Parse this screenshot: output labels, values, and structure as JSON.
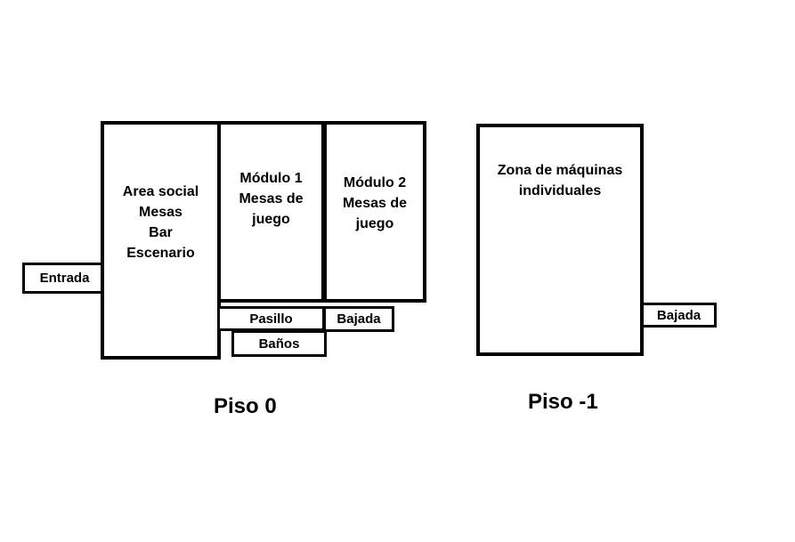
{
  "floors": [
    {
      "label": "Piso 0",
      "rooms": {
        "entrada": {
          "lines": [
            "Entrada"
          ]
        },
        "area_social": {
          "lines": [
            "Area social",
            "Mesas",
            "Bar",
            "Escenario"
          ]
        },
        "modulo1": {
          "lines": [
            "Módulo 1",
            "Mesas de",
            "juego"
          ]
        },
        "modulo2": {
          "lines": [
            "Módulo 2",
            "Mesas de",
            "juego"
          ]
        },
        "pasillo": {
          "lines": [
            "Pasillo"
          ]
        },
        "bajada": {
          "lines": [
            "Bajada"
          ]
        },
        "banos": {
          "lines": [
            "Baños"
          ]
        }
      }
    },
    {
      "label": "Piso -1",
      "rooms": {
        "zona_maquinas": {
          "lines": [
            "Zona de máquinas",
            "individuales"
          ]
        },
        "bajada": {
          "lines": [
            "Bajada"
          ]
        }
      }
    }
  ]
}
